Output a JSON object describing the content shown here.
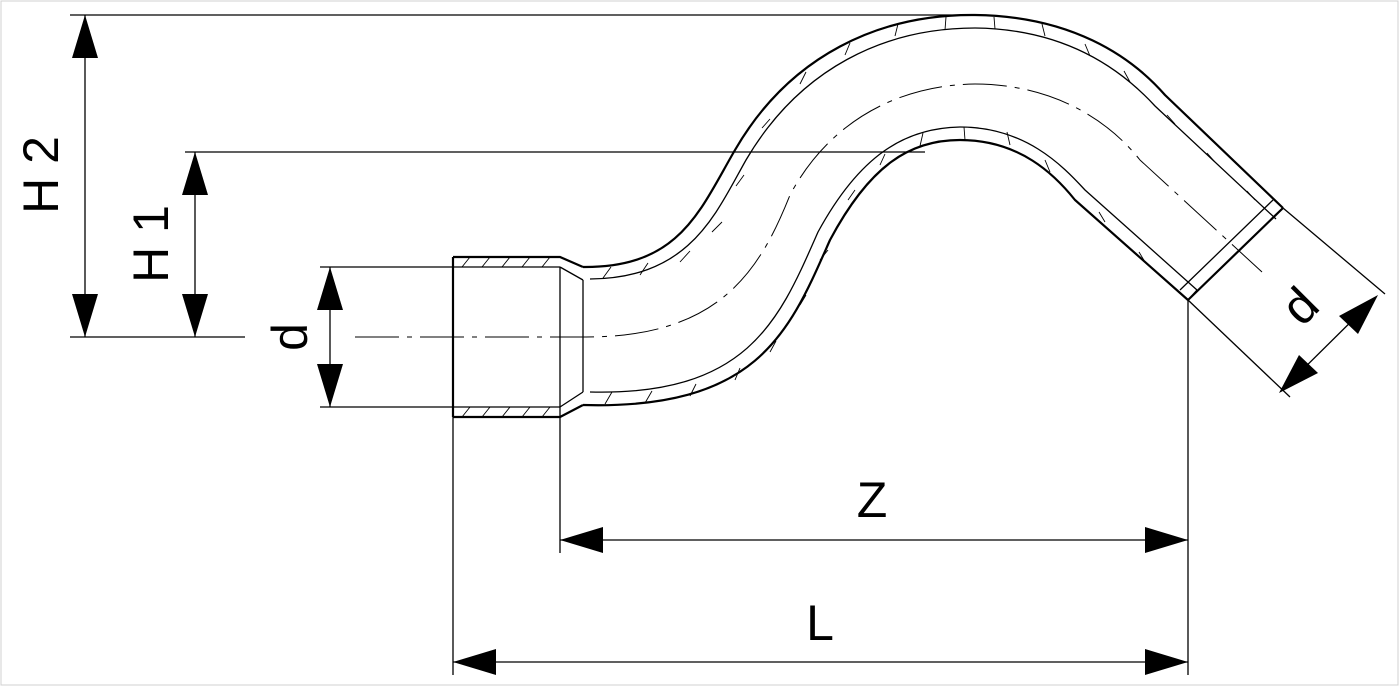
{
  "diagram": {
    "labels": {
      "h2": "H 2",
      "h1": "H 1",
      "d_left": "d",
      "d_right": "d",
      "z": "Z",
      "l": "L"
    },
    "colors": {
      "line": "#000000",
      "background": "#ffffff"
    }
  }
}
